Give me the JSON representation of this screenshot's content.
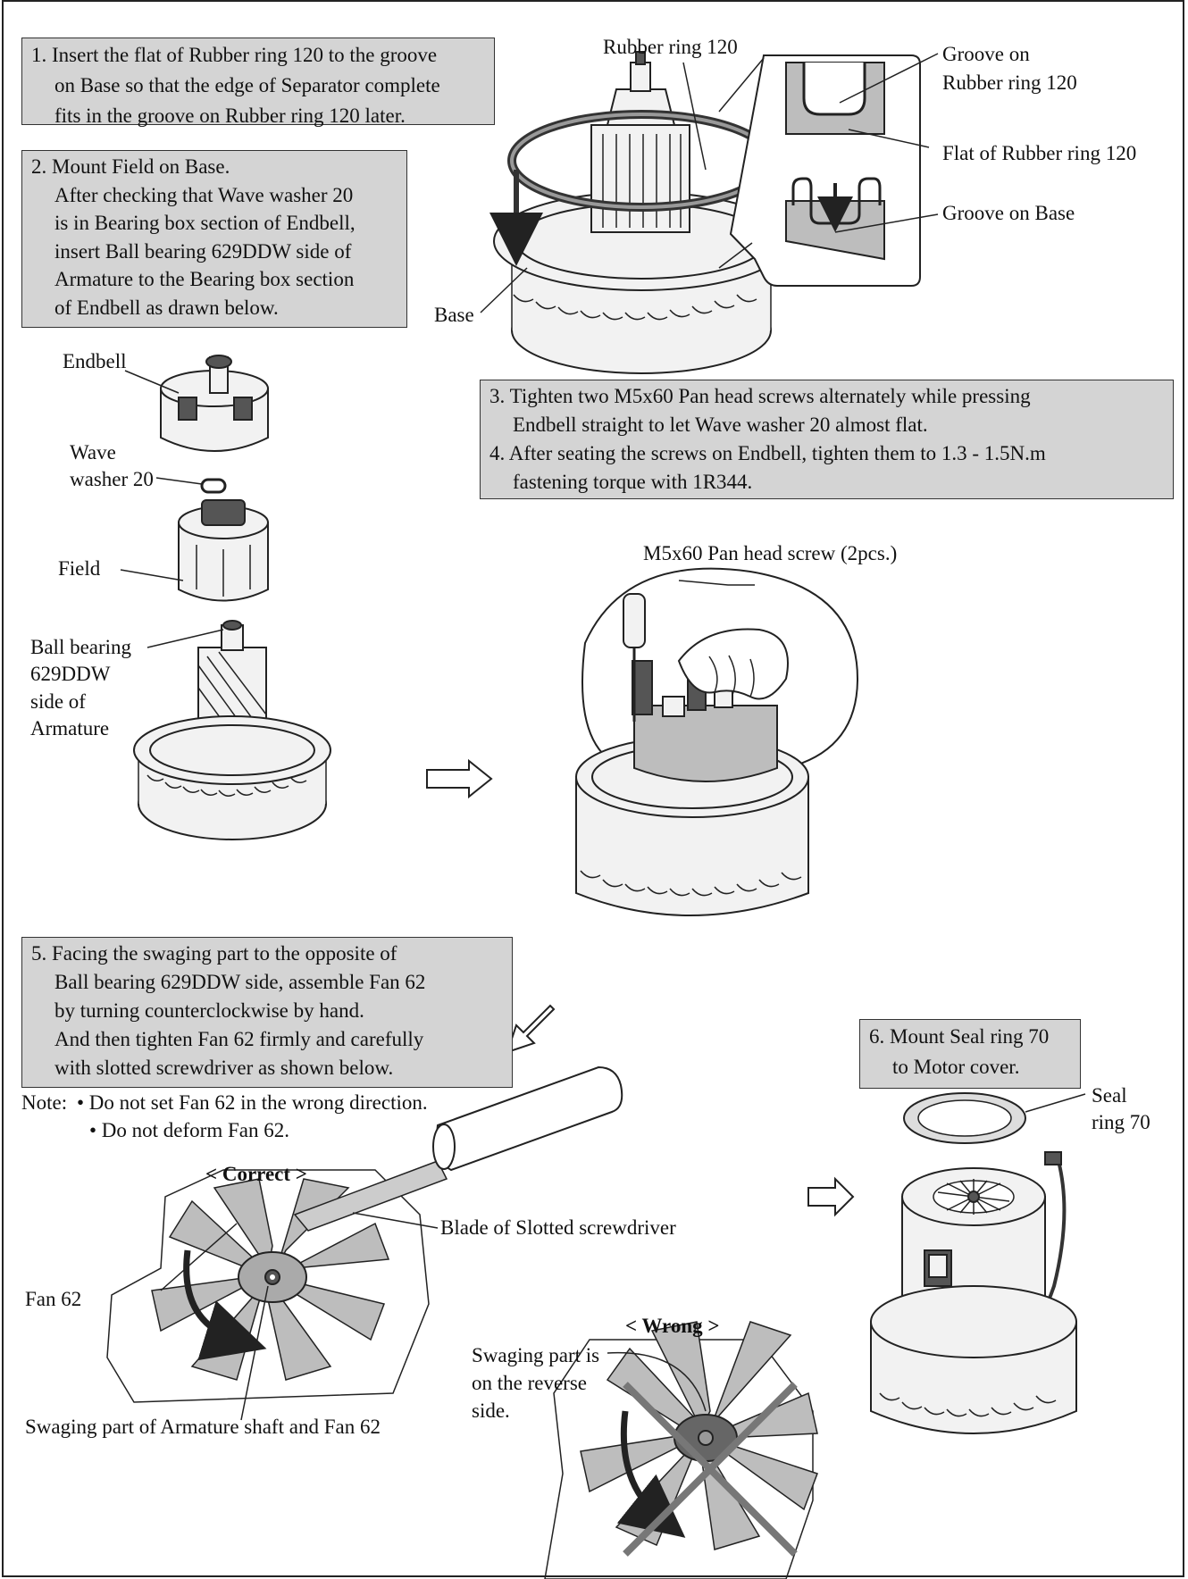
{
  "step1": {
    "lines": [
      "1. Insert the flat of Rubber ring 120 to the groove",
      "on Base so that the edge of Separator complete",
      "fits in the groove on Rubber ring 120 later."
    ]
  },
  "step2": {
    "lines": [
      "2. Mount Field on Base.",
      "After checking that Wave washer 20",
      "is in Bearing box section of Endbell,",
      "insert Ball bearing 629DDW side of",
      "Armature to the Bearing box section",
      "of Endbell as drawn below."
    ]
  },
  "step34": {
    "lines": [
      "3. Tighten two M5x60 Pan head screws alternately while pressing",
      "Endbell straight to let Wave washer 20 almost flat.",
      "4. After seating the screws on Endbell, tighten them to 1.3 - 1.5N.m",
      "fastening torque with 1R344."
    ]
  },
  "step5": {
    "lines": [
      "5. Facing the swaging part to the opposite of",
      "Ball bearing 629DDW side, assemble Fan 62",
      "by turning counterclockwise by hand.",
      "And then tighten Fan 62 firmly and carefully",
      "with slotted screwdriver as shown below."
    ]
  },
  "step6": {
    "lines": [
      "6. Mount Seal ring 70",
      "to Motor cover."
    ]
  },
  "note": {
    "prefix": "Note:",
    "items": [
      "• Do not set Fan 62 in the wrong direction.",
      "• Do not deform Fan 62."
    ]
  },
  "labels": {
    "rubber_ring": "Rubber ring 120",
    "groove_ring_1": "Groove on",
    "groove_ring_2": "Rubber ring 120",
    "flat_ring": "Flat of Rubber ring 120",
    "groove_base": "Groove on Base",
    "base": "Base",
    "endbell": "Endbell",
    "wave_1": "Wave",
    "wave_2": "washer 20",
    "field": "Field",
    "ball_1": "Ball bearing",
    "ball_2": "629DDW",
    "ball_3": "side of",
    "ball_4": "Armature",
    "screw": "M5x60 Pan head screw (2pcs.)",
    "correct": "< Correct >",
    "wrong": "< Wrong >",
    "blade": "Blade of Slotted screwdriver",
    "fan": "Fan 62",
    "swaging_part": "Swaging part of Armature shaft and Fan 62",
    "swaging_rev_1": "Swaging part is",
    "swaging_rev_2": "on the reverse",
    "swaging_rev_3": "side.",
    "seal_1": "Seal",
    "seal_2": "ring 70"
  }
}
